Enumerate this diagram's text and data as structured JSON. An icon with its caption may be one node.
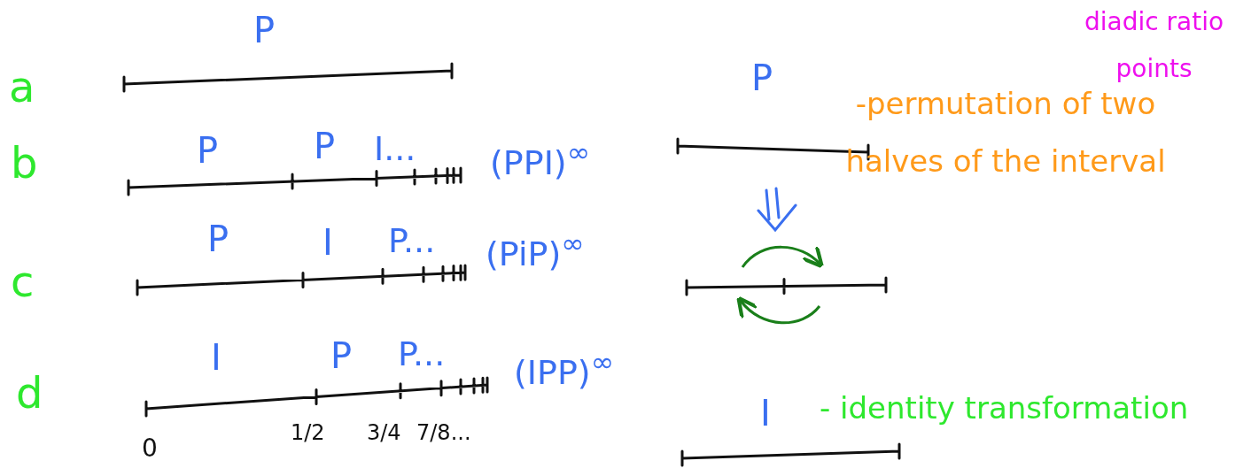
{
  "diagram": {
    "labels": [
      "diadic ratio points",
      "P",
      "a",
      "P",
      "-permutation of two halves of the interval",
      "P",
      "P",
      "I...",
      "b",
      "(PPI)$^{∞}$",
      "P",
      "I",
      "P...",
      "c",
      "(PiP)$^{∞}$",
      "I",
      "P",
      "P...",
      "d",
      "(IPP)$^{∞}$",
      "0",
      "1/2",
      "3/4",
      "7/8...",
      "I",
      "- identity transformation"
    ]
  }
}
